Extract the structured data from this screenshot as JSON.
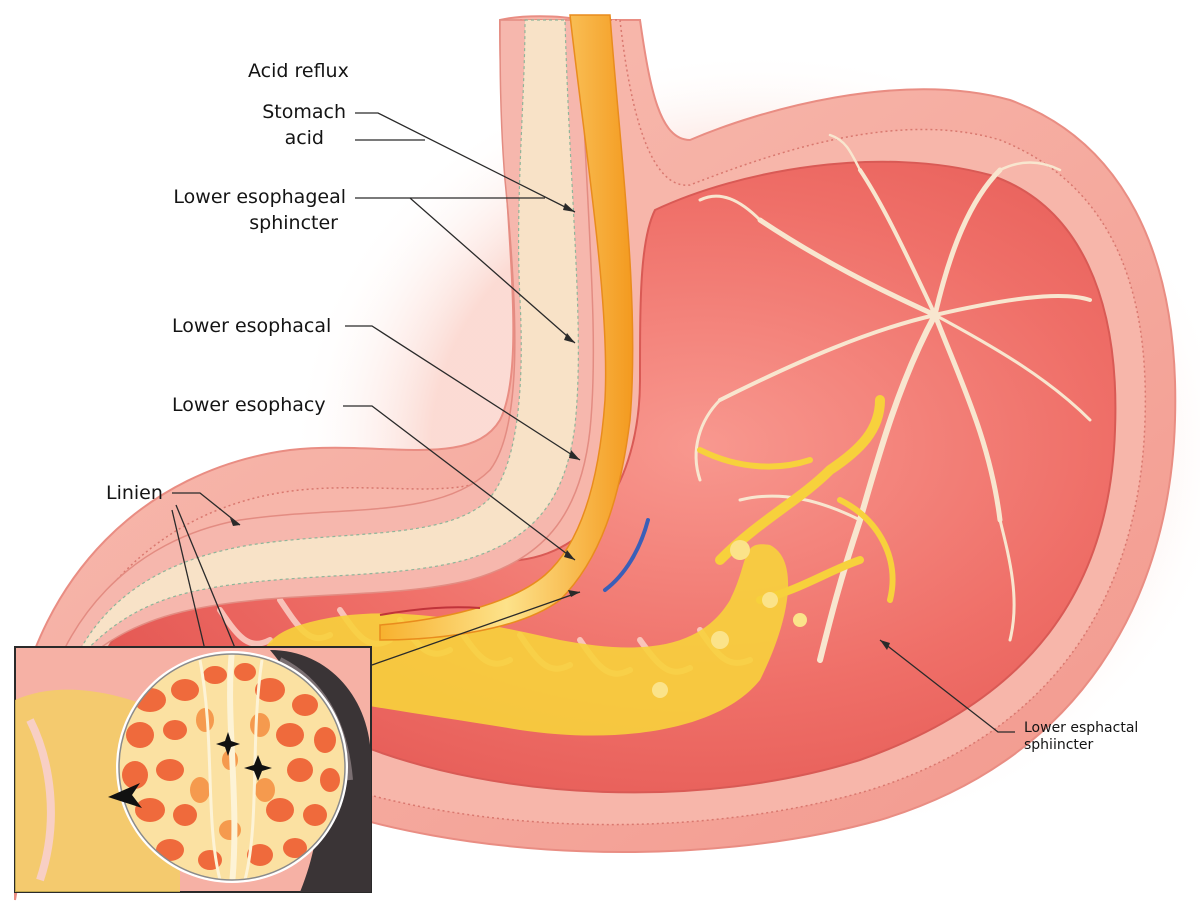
{
  "labels": {
    "acid_reflux": "Acid reflux",
    "stomach_acid_1": "Stomach",
    "stomach_acid_2": "acid",
    "les_1": "Lower esophageal",
    "les_2": "sphincter",
    "lower_esophacal": "Lower esophacal",
    "lower_esophacy": "Lower esophacy",
    "linien": "Linien",
    "lower_esphactal_1": "Lower esphactal",
    "lower_esphactal_2": "sphiincter"
  },
  "colors": {
    "background": "#ffffff",
    "stomach_wall": "#f4a49a",
    "mucosa": "#ee6a63",
    "acid": "#f7c531",
    "inner_lining": "#fbe2c8",
    "label_text": "#141414"
  }
}
